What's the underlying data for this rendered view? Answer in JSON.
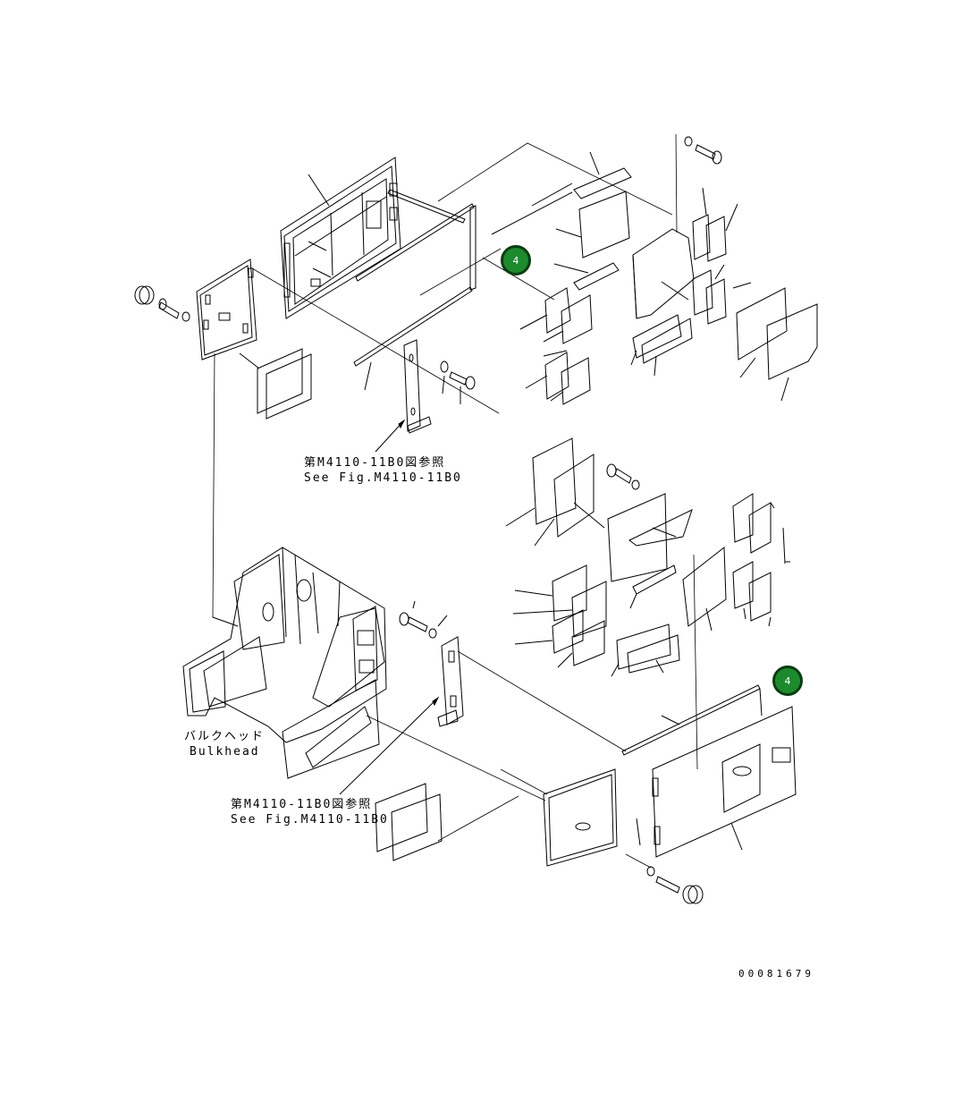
{
  "callouts": [
    {
      "id": "callout-top",
      "number": "4"
    },
    {
      "id": "callout-bottom",
      "number": "4"
    }
  ],
  "labels": {
    "ref_top_jp": "第M4110-11B0図参照",
    "ref_top_en": "See Fig.M4110-11B0",
    "bulkhead_jp": "バルクヘッド",
    "bulkhead_en": "Bulkhead",
    "ref_bottom_jp": "第M4110-11B0図参照",
    "ref_bottom_en": "See Fig.M4110-11B0"
  },
  "document_number": "00081679",
  "colors": {
    "line": "#000000",
    "callout_fill": "#1e8a2e",
    "callout_border": "#0a3d12"
  }
}
